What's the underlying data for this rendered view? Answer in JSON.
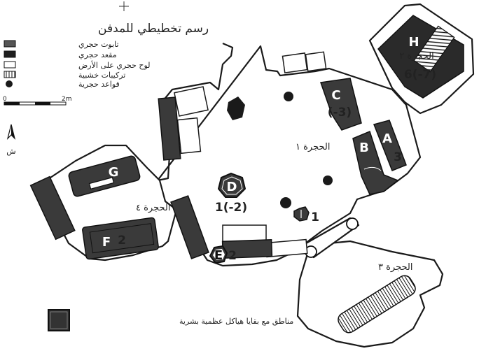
{
  "title": "رسم تخطيطي للمدفن",
  "legend": {
    "items": [
      {
        "label": "تابوت حجري"
      },
      {
        "label": "مقعد حجري"
      },
      {
        "label": "لوح حجري على الأرض"
      },
      {
        "label": "تركيبات خشبية"
      },
      {
        "label": "قواعد حجرية"
      }
    ],
    "bottom_label": "مناطق مع بقايا هياكل عظمية بشرية"
  },
  "scale": {
    "start": "0",
    "end": "2m"
  },
  "north_label": "ش",
  "rooms": {
    "room1": "الحجرة ١",
    "room2": "الحجرة ٢",
    "room3": "الحجرة ٣",
    "room4": "الحجرة ٤"
  },
  "markers": {
    "A": "A",
    "B": "B",
    "C": "C",
    "D": "D",
    "E": "E",
    "F": "F",
    "G": "G",
    "H": "H",
    "C_count": "(-3)",
    "H_count": "6(-7)",
    "A_count": "3",
    "D_count": "1(-2)",
    "base_count": "1",
    "E_count": "2",
    "F_count": "2"
  },
  "colors": {
    "dark": "#3a3a3a",
    "stroke": "#1a1a1a"
  }
}
